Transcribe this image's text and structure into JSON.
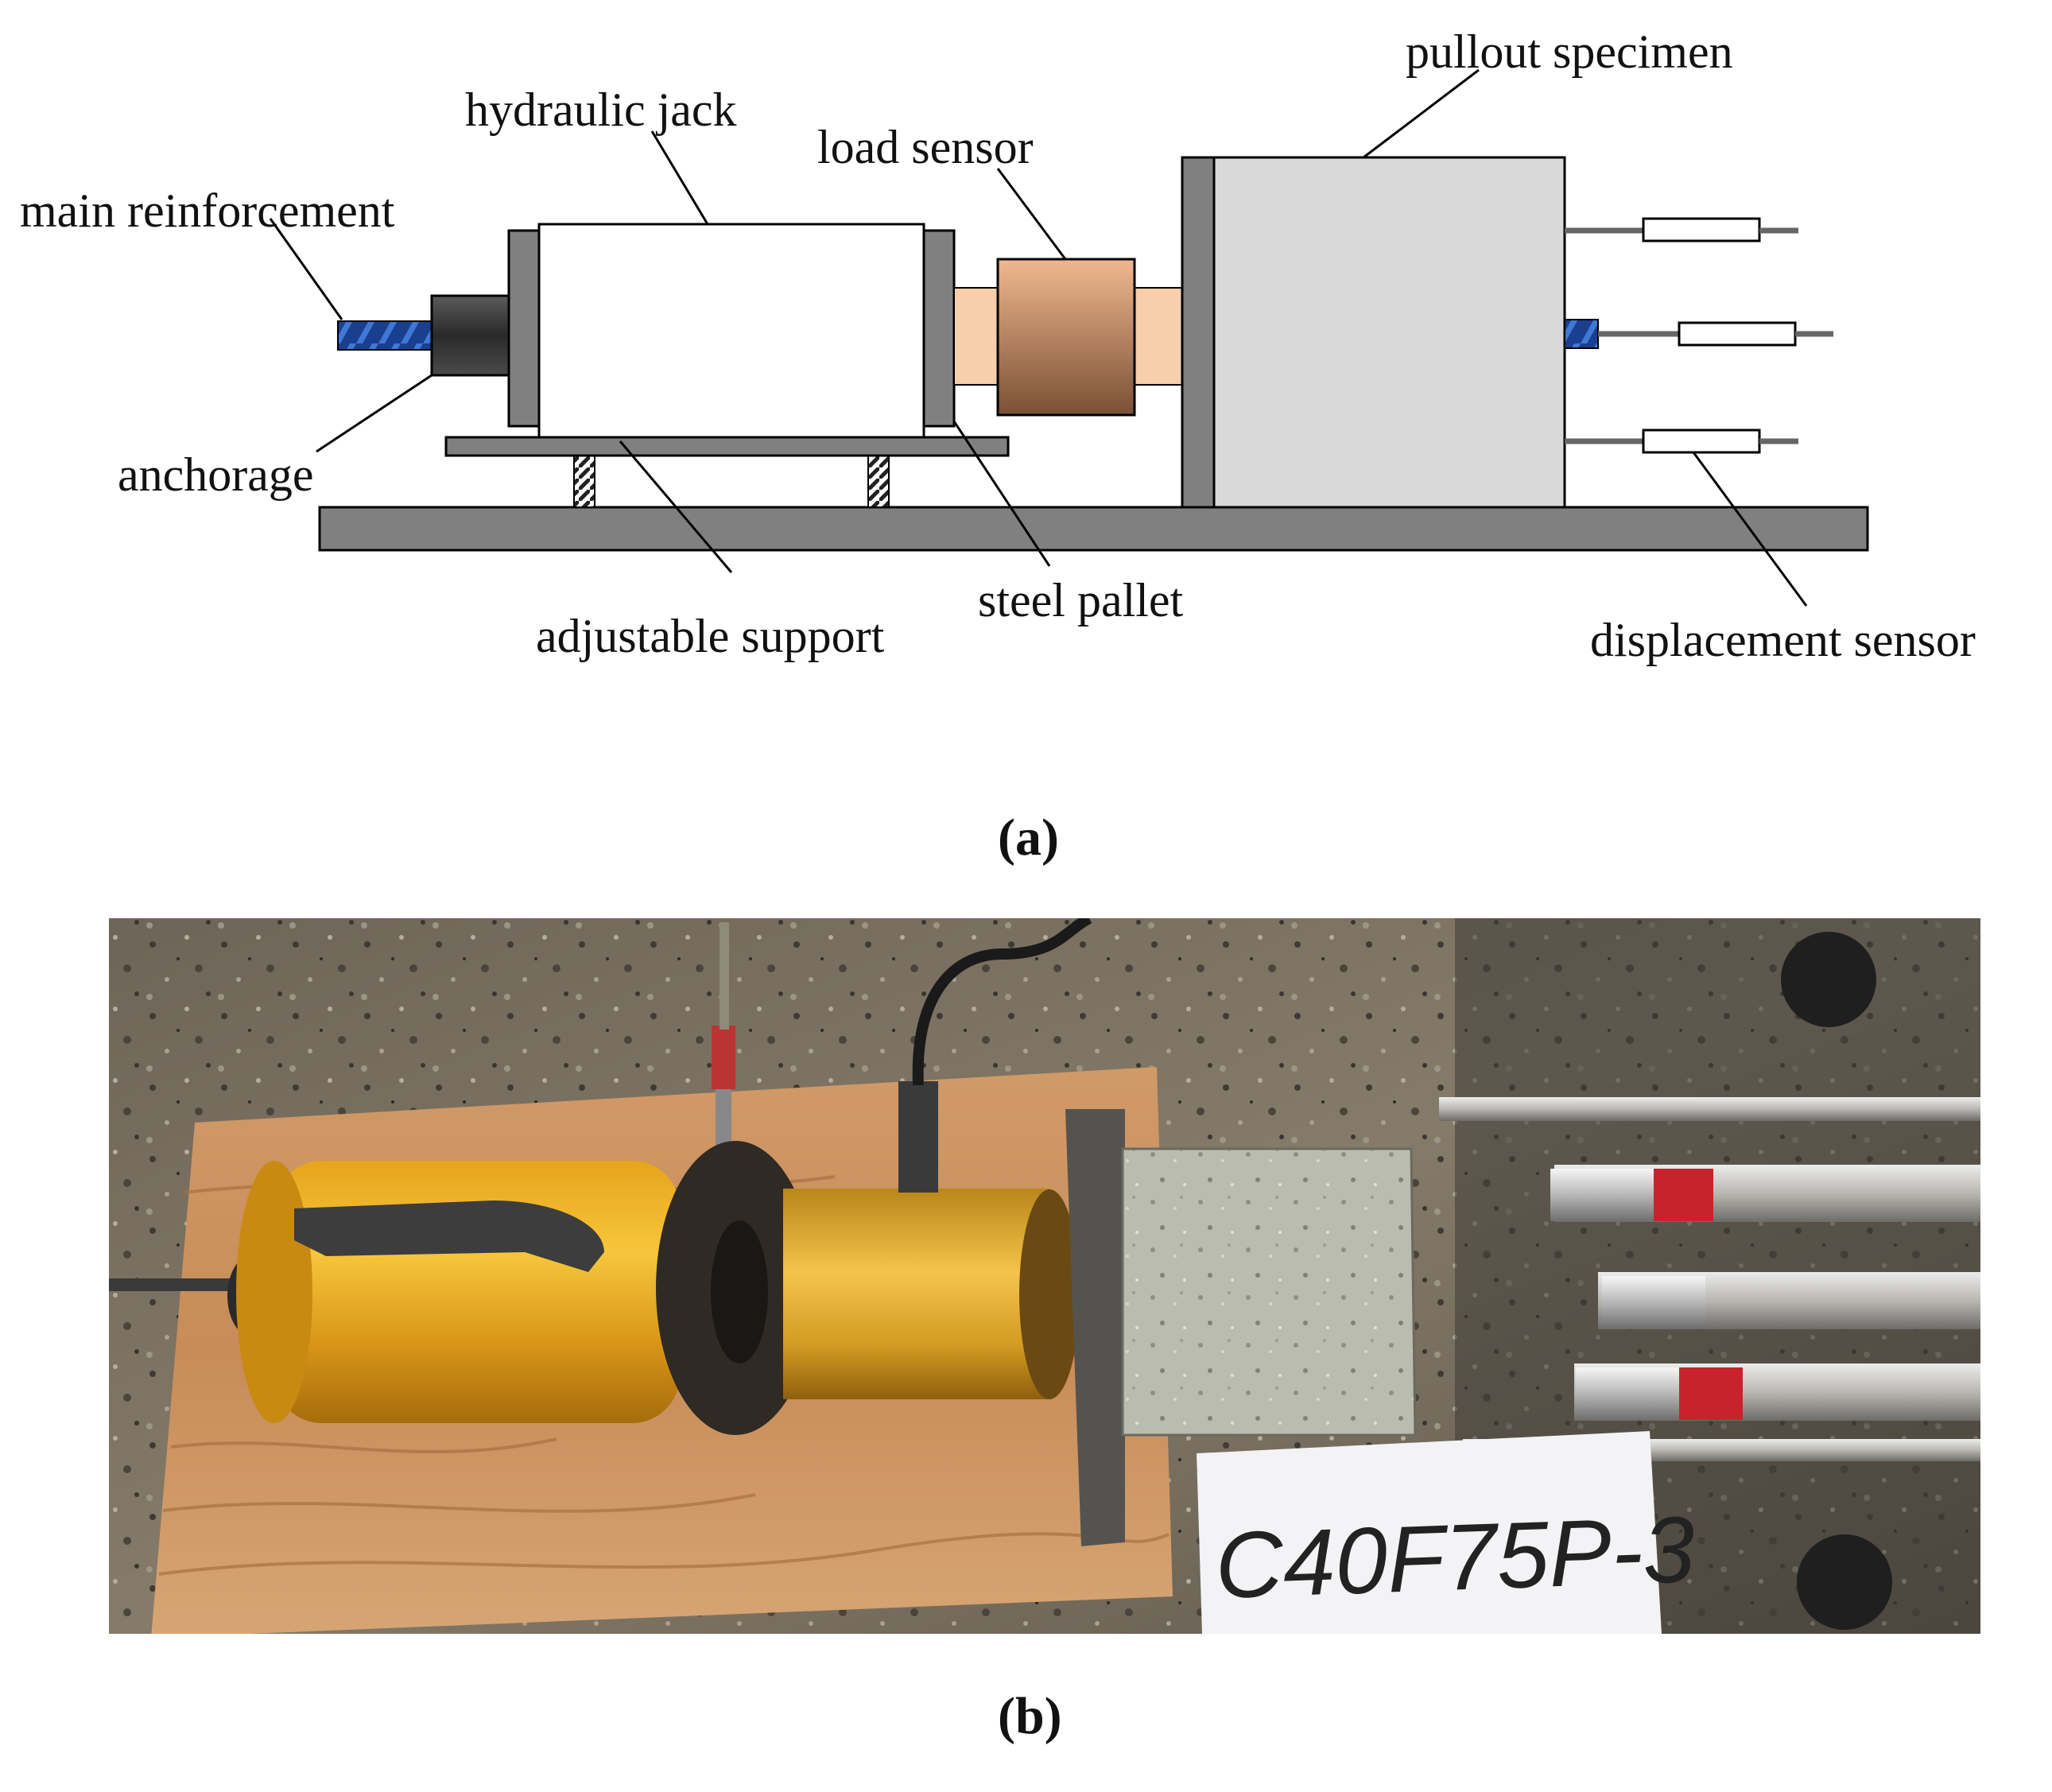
{
  "diagram": {
    "labels": {
      "main_reinforcement": "main reinforcement",
      "hydraulic_jack": "hydraulic jack",
      "load_sensor": "load sensor",
      "pullout_specimen": "pullout specimen",
      "anchorage": "anchorage",
      "adjustable_support": "adjustable support",
      "steel_pallet": "steel pallet",
      "displacement_sensor": "displacement sensor"
    },
    "caption": "(a)",
    "colors": {
      "steel_gray": "#808080",
      "jack_white": "#ffffff",
      "load_sensor_brown": "#a97a5a",
      "spacer_peach": "#f7cfad",
      "specimen_gray": "#d9d9d9",
      "reinforcement_blue": "#1f4fa8"
    }
  },
  "photo": {
    "specimen_tag": "C40F75P-3",
    "caption": "(b)"
  }
}
